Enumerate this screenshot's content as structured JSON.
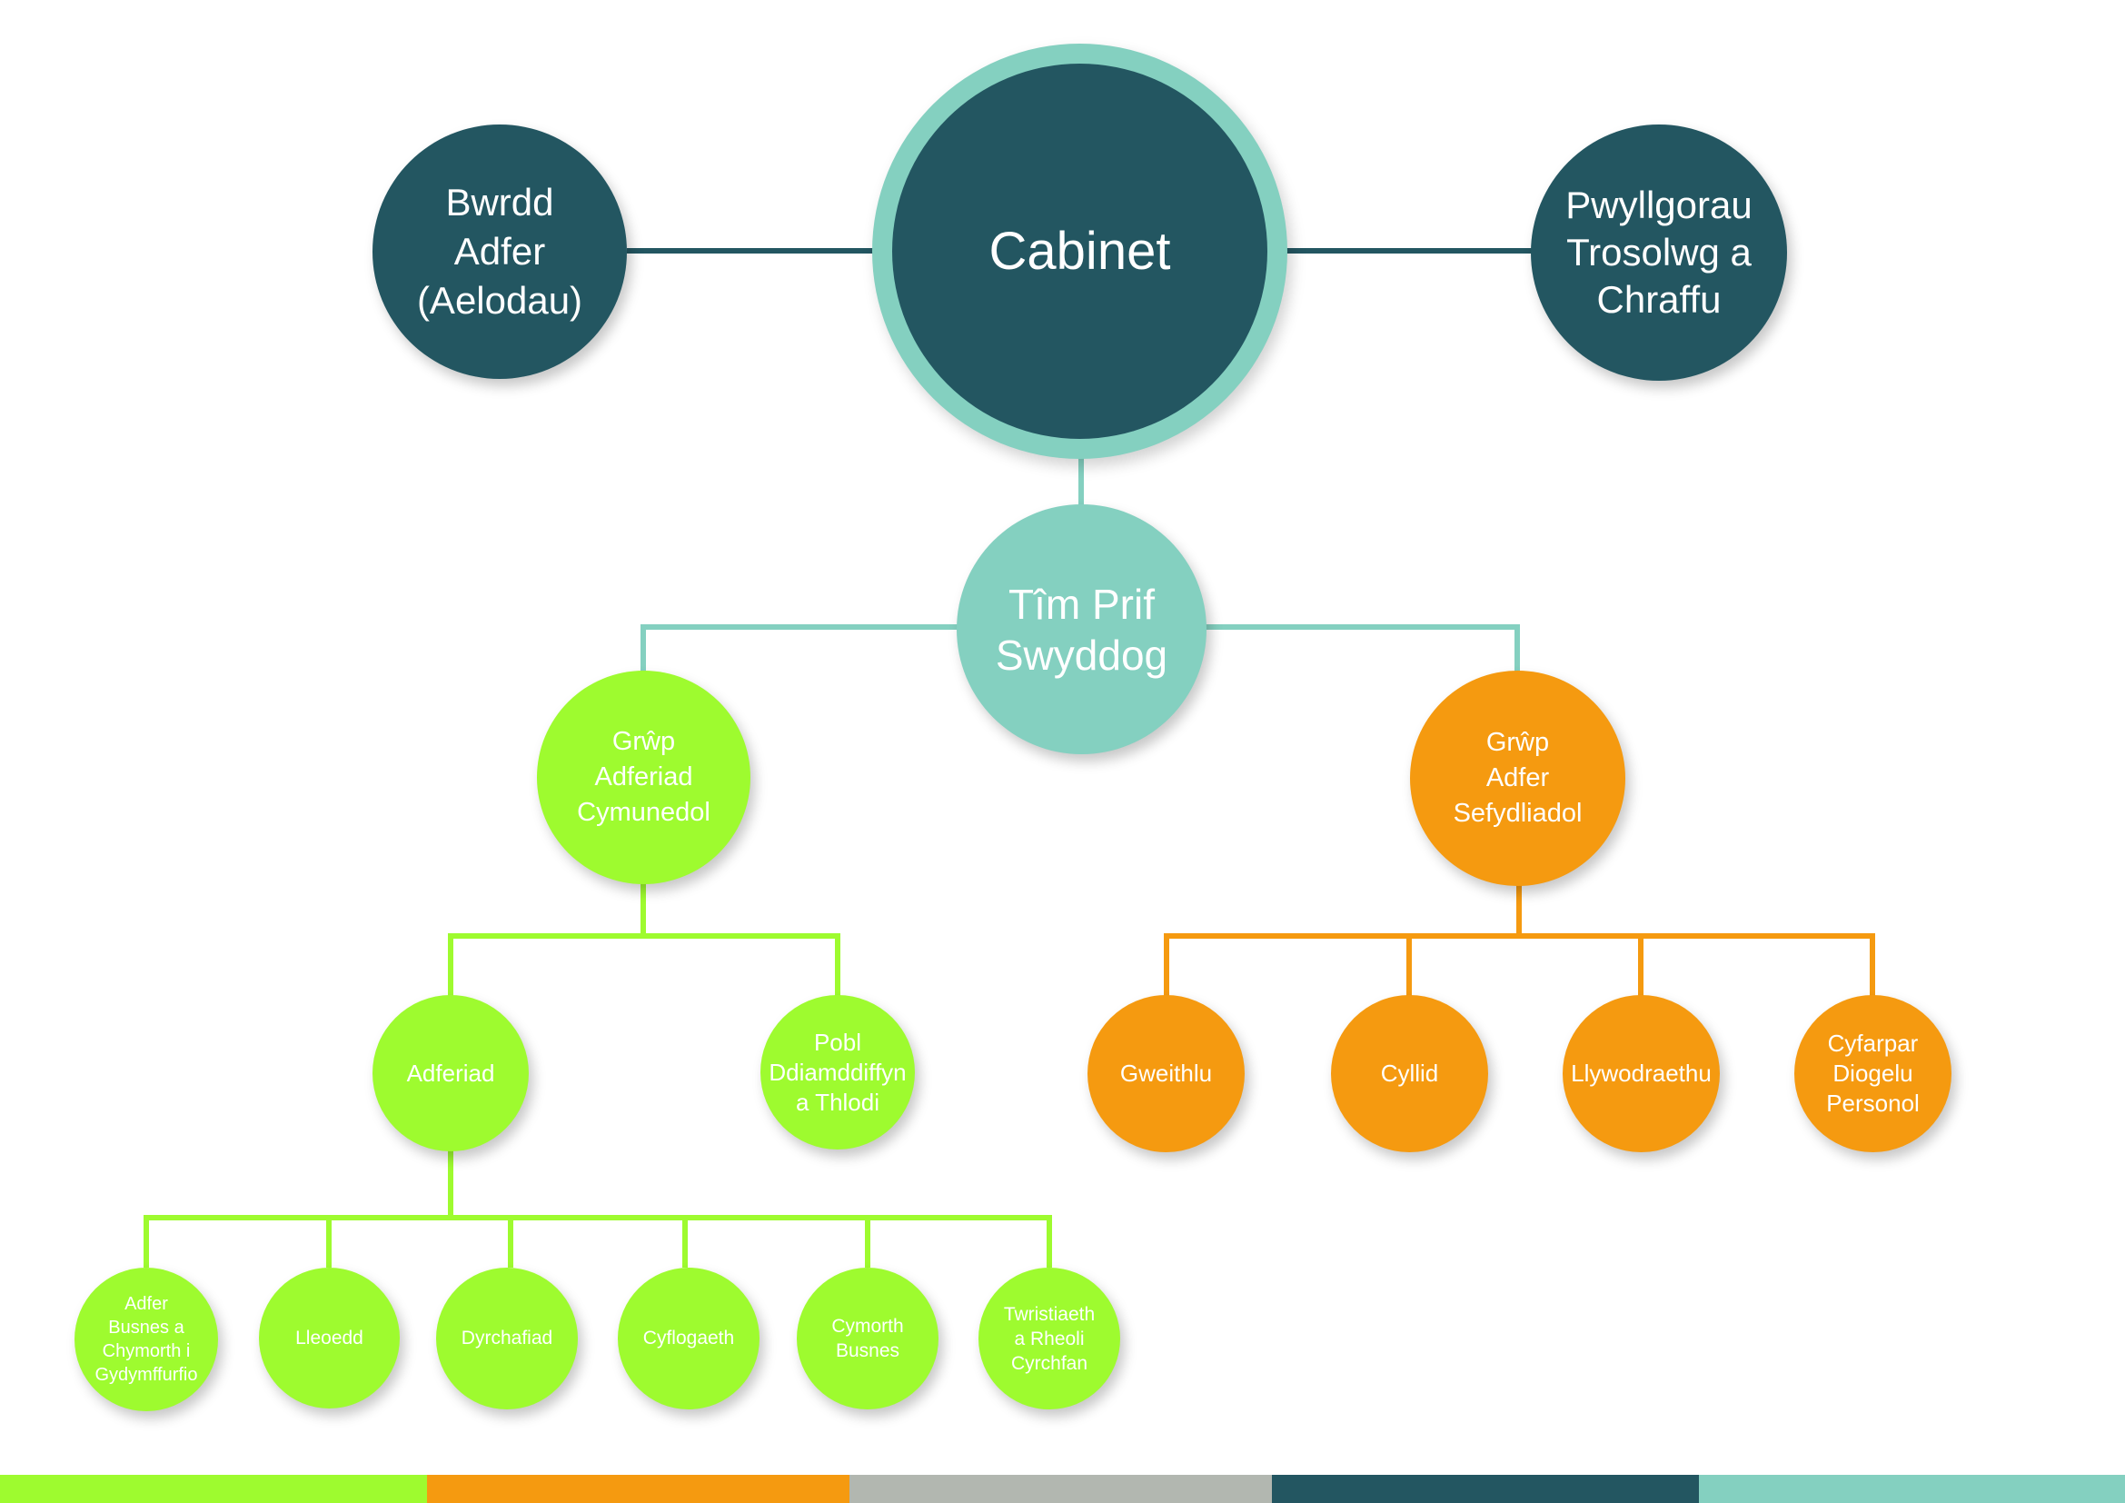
{
  "colors": {
    "dark": "#235661",
    "teal": "#84d0c0",
    "green": "#9efb2f",
    "orange": "#f59a10",
    "grey": "#b2b7b0"
  },
  "nodes": {
    "cabinet": "Cabinet",
    "bwrdd_adfer": "Bwrdd\nAdfer\n(Aelodau)",
    "pwyllgorau": "Pwyllgorau\nTrosolwg a\nChraffu",
    "tim_prif_swyddog": "Tîm Prif\nSwyddog",
    "grwp_cymunedol": "Grŵp\nAdferiad\nCymunedol",
    "grwp_sefydliadol": "Grŵp\nAdfer\nSefydliadol",
    "adferiad": "Adferiad",
    "pobl_ddiamddiffyn": "Pobl\nDdiamddiffyn\na Thlodi",
    "gweithlu": "Gweithlu",
    "cyllid": "Cyllid",
    "llywodraethu": "Llywodraethu",
    "cyfarpar": "Cyfarpar\nDiogelu\nPersonol",
    "adfer_busnes": "Adfer\nBusnes a\nChymorth i\nGydymffurfio",
    "lleoedd": "Lleoedd",
    "dyrchafiad": "Dyrchafiad",
    "cyflogaeth": "Cyflogaeth",
    "cymorth_busnes": "Cymorth\nBusnes",
    "twristiaeth": "Twristiaeth\na Rheoli\nCyrchfan"
  }
}
